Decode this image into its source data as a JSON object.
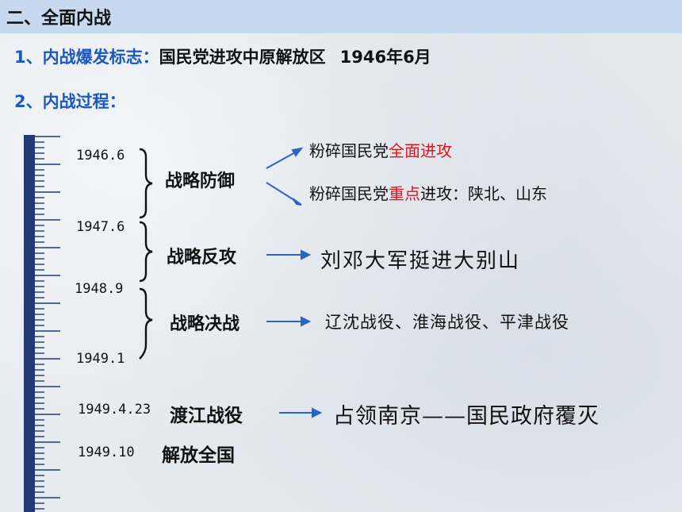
{
  "colors": {
    "header_band": "#c7d9ef",
    "numbering_blue": "#1a59c2",
    "arrow_blue": "#2a64c4",
    "highlight_red": "#e0141e",
    "ruler_navy": "#1f3a74"
  },
  "section": {
    "title": "二、全面内战"
  },
  "items": [
    {
      "num": "1、内战爆发标志：",
      "text": "国民党进攻中原解放区",
      "date": "1946年6月"
    },
    {
      "num": "2、内战过程："
    }
  ],
  "dates": [
    "1946.6",
    "1947.6",
    "1948.9",
    "1949.1",
    "1949.4.23",
    "1949.10"
  ],
  "phases": {
    "defense": "战略防御",
    "counter": "战略反攻",
    "decisive": "战略决战",
    "crossing": "渡江战役",
    "liberation": "解放全国"
  },
  "results": {
    "defense_1_pre": "粉碎国民党",
    "defense_1_red": "全面进攻",
    "defense_2_pre": "粉碎国民党",
    "defense_2_red": "重点",
    "defense_2_post": "进攻：陕北、山东",
    "counter": "刘邓大军挺进大别山",
    "decisive": "辽沈战役、淮海战役、平津战役",
    "crossing": "占领南京——国民政府覆灭"
  },
  "icons": [
    "ruler-timeline-icon",
    "brace-icon",
    "arrow-right-icon"
  ]
}
